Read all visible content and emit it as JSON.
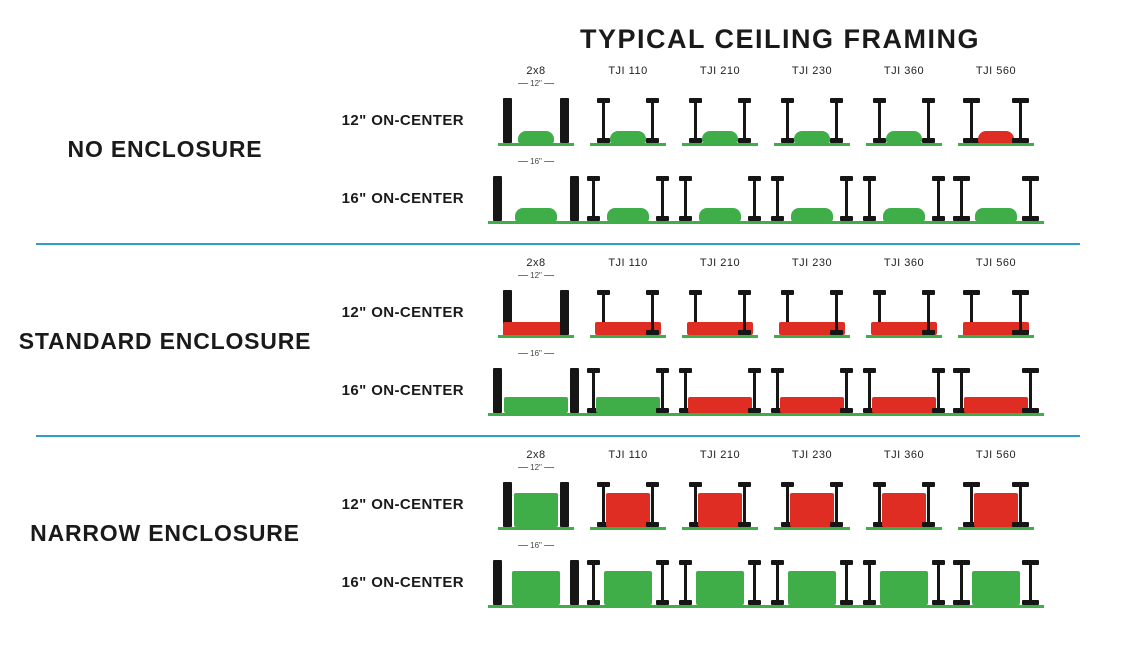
{
  "title": "TYPICAL CEILING FRAMING",
  "colors": {
    "fit": "#3fae49",
    "no_fit": "#e02d23",
    "joist": "#161616",
    "ceiling": "#3fae49",
    "divider": "#2f9fc9",
    "text": "#1a1a1a"
  },
  "columns": [
    {
      "label": "2x8",
      "joist": "lumber"
    },
    {
      "label": "TJI 110",
      "joist": "ijoist"
    },
    {
      "label": "TJI 210",
      "joist": "ijoist"
    },
    {
      "label": "TJI 230",
      "joist": "ijoist"
    },
    {
      "label": "TJI 360",
      "joist": "ijoist"
    },
    {
      "label": "TJI 560",
      "joist": "ijoist-wide"
    }
  ],
  "sections": [
    {
      "label": "NO ENCLOSURE",
      "item_shape": "dome",
      "rows": [
        {
          "label": "12\" ON-CENTER",
          "dimension": "12\"",
          "spacing": "12",
          "cells": [
            "fit",
            "fit",
            "fit",
            "fit",
            "fit",
            "no_fit"
          ]
        },
        {
          "label": "16\" ON-CENTER",
          "dimension": "16\"",
          "spacing": "16",
          "cells": [
            "fit",
            "fit",
            "fit",
            "fit",
            "fit",
            "fit"
          ]
        }
      ]
    },
    {
      "label": "STANDARD ENCLOSURE",
      "item_shape": "slab",
      "rows": [
        {
          "label": "12\" ON-CENTER",
          "dimension": "12\"",
          "spacing": "12",
          "cells": [
            "no_fit",
            "no_fit",
            "no_fit",
            "no_fit",
            "no_fit",
            "no_fit"
          ]
        },
        {
          "label": "16\" ON-CENTER",
          "dimension": "16\"",
          "spacing": "16",
          "cells": [
            "fit",
            "fit",
            "no_fit",
            "no_fit",
            "no_fit",
            "no_fit"
          ]
        }
      ]
    },
    {
      "label": "NARROW ENCLOSURE",
      "item_shape": "box",
      "rows": [
        {
          "label": "12\" ON-CENTER",
          "dimension": "12\"",
          "spacing": "12",
          "cells": [
            "fit",
            "no_fit",
            "no_fit",
            "no_fit",
            "no_fit",
            "no_fit"
          ]
        },
        {
          "label": "16\" ON-CENTER",
          "dimension": "16\"",
          "spacing": "16",
          "cells": [
            "fit",
            "fit",
            "fit",
            "fit",
            "fit",
            "fit"
          ]
        }
      ]
    }
  ]
}
